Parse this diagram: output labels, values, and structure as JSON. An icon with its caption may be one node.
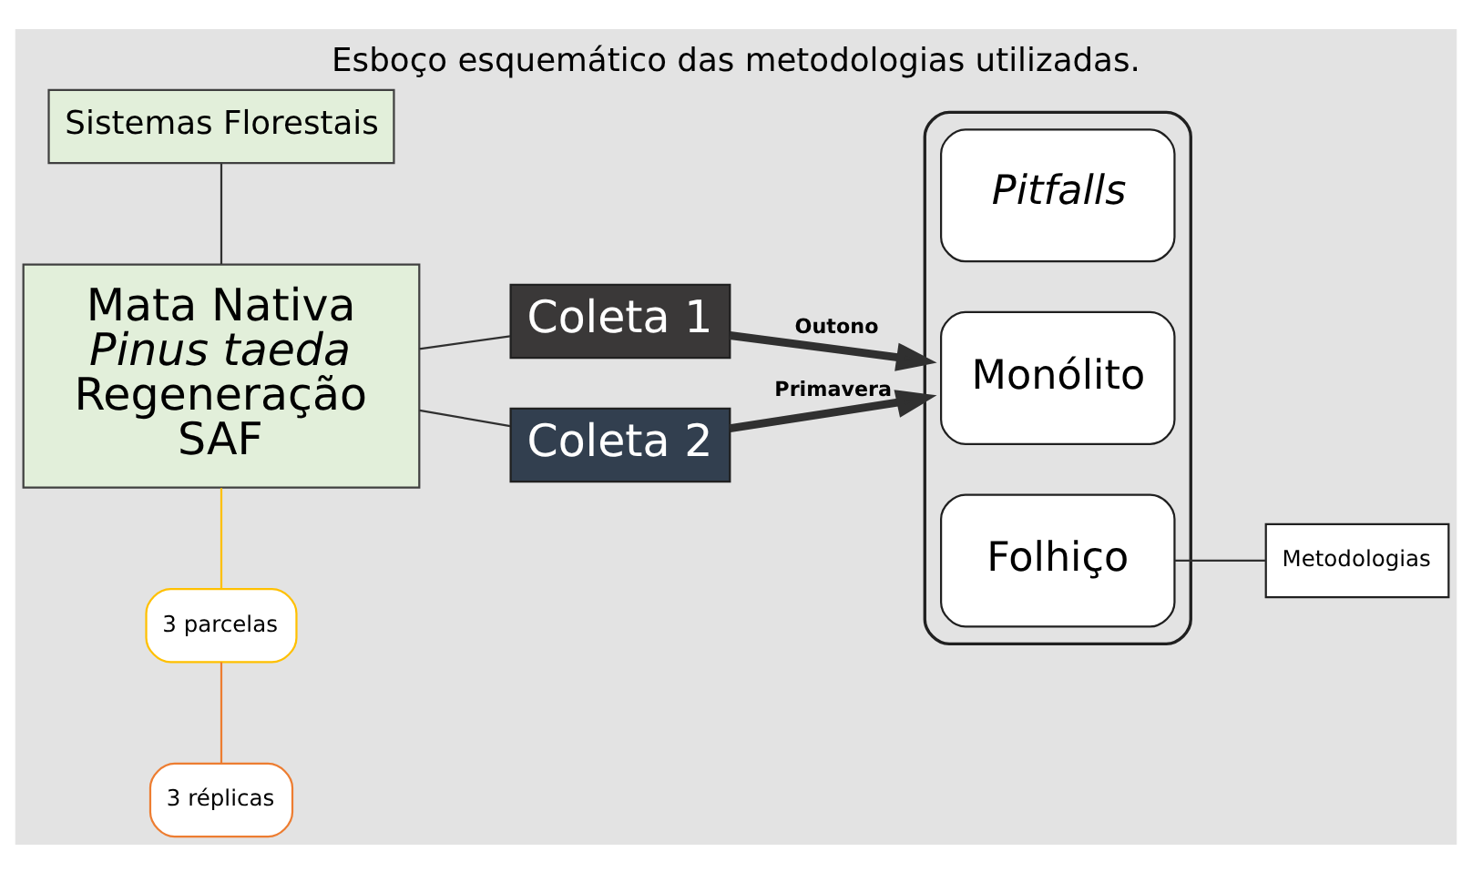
{
  "diagram": {
    "caption": "Esboço esquemático das metodologias utilizadas.",
    "nodes": [
      {
        "text": [
          "Sistemas Florestais"
        ]
      },
      {
        "text": [
          "Mata Nativa",
          "*Pinus taeda*",
          "Regeneração",
          "SAF"
        ]
      },
      {
        "text": [
          "Coleta 1"
        ]
      },
      {
        "text": [
          "Coleta 2"
        ]
      },
      {
        "text": [
          "3 parcelas"
        ]
      },
      {
        "text": [
          "3 réplicas"
        ]
      },
      {
        "text": [],
        "shape": "bracket"
      },
      {
        "text": [
          "*Pitfalls*"
        ],
        "in": 6
      },
      {
        "text": [
          "Monólito"
        ],
        "in": 6
      },
      {
        "text": [
          "Folhiço"
        ],
        "in": 6
      },
      {
        "text": [
          "Metodologias"
        ]
      }
    ],
    "edges": [
      {
        "from": 0,
        "to": 1,
        "arrow": "none"
      },
      {
        "from": 1,
        "to": 2,
        "arrow": "none"
      },
      {
        "from": 1,
        "to": 3,
        "arrow": "none"
      },
      {
        "from": 1,
        "to": 4,
        "arrow": "none",
        "color": "#ffc000"
      },
      {
        "from": 4,
        "to": 5,
        "arrow": "none",
        "color": "#ed7d31"
      },
      {
        "from": 2,
        "to": 6,
        "arrow": "to",
        "label": "Outono",
        "style": "thick"
      },
      {
        "from": 3,
        "to": 6,
        "arrow": "to",
        "label": "Primavera",
        "style": "thick"
      },
      {
        "from": 9,
        "to": 10,
        "arrow": "none"
      }
    ]
  }
}
